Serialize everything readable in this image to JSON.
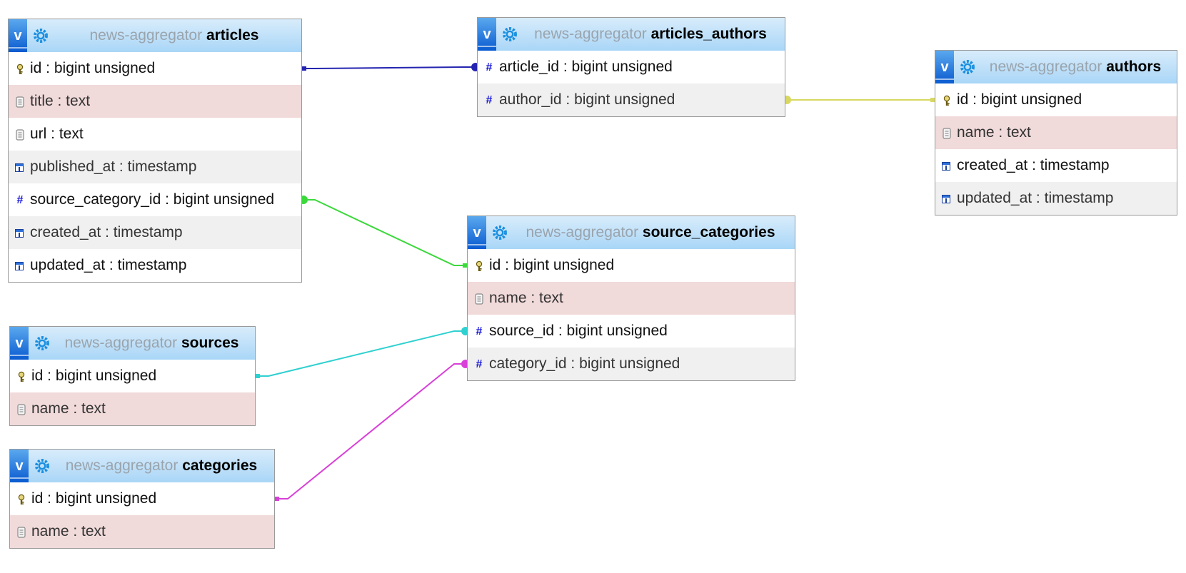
{
  "database": "news-aggregator",
  "toggle_label": "v",
  "colors": {
    "header_top": "#d8ecfb",
    "header_bottom": "#a9d6f7",
    "toggle": "#0a5bd0",
    "row_alt": "#f0f0f0",
    "row_highlight": "#f1dada",
    "db_name": "#9aa4ad"
  },
  "tables": [
    {
      "name": "articles",
      "columns": [
        {
          "label": "id : bigint unsigned",
          "icon": "key-icon"
        },
        {
          "label": "title : text",
          "icon": "text-field-icon",
          "style": "highlight"
        },
        {
          "label": "url : text",
          "icon": "text-field-icon"
        },
        {
          "label": "published_at : timestamp",
          "icon": "calendar-icon",
          "style": "alt"
        },
        {
          "label": "source_category_id : bigint unsigned",
          "icon": "hash-icon"
        },
        {
          "label": "created_at : timestamp",
          "icon": "calendar-icon",
          "style": "alt"
        },
        {
          "label": "updated_at : timestamp",
          "icon": "calendar-icon"
        }
      ]
    },
    {
      "name": "articles_authors",
      "columns": [
        {
          "label": "article_id : bigint unsigned",
          "icon": "hash-icon"
        },
        {
          "label": "author_id : bigint unsigned",
          "icon": "hash-icon",
          "style": "alt"
        }
      ]
    },
    {
      "name": "authors",
      "columns": [
        {
          "label": "id : bigint unsigned",
          "icon": "key-icon"
        },
        {
          "label": "name : text",
          "icon": "text-field-icon",
          "style": "highlight"
        },
        {
          "label": "created_at : timestamp",
          "icon": "calendar-icon"
        },
        {
          "label": "updated_at : timestamp",
          "icon": "calendar-icon",
          "style": "alt"
        }
      ]
    },
    {
      "name": "source_categories",
      "columns": [
        {
          "label": "id : bigint unsigned",
          "icon": "key-icon"
        },
        {
          "label": "name : text",
          "icon": "text-field-icon",
          "style": "highlight"
        },
        {
          "label": "source_id : bigint unsigned",
          "icon": "hash-icon"
        },
        {
          "label": "category_id : bigint unsigned",
          "icon": "hash-icon",
          "style": "alt"
        }
      ]
    },
    {
      "name": "sources",
      "columns": [
        {
          "label": "id : bigint unsigned",
          "icon": "key-icon"
        },
        {
          "label": "name : text",
          "icon": "text-field-icon",
          "style": "highlight"
        }
      ]
    },
    {
      "name": "categories",
      "columns": [
        {
          "label": "id : bigint unsigned",
          "icon": "key-icon"
        },
        {
          "label": "name : text",
          "icon": "text-field-icon",
          "style": "highlight"
        }
      ]
    }
  ],
  "relations": [
    {
      "from": "articles.id",
      "to": "articles_authors.article_id",
      "color": "#2424b0"
    },
    {
      "from": "authors.id",
      "to": "articles_authors.author_id",
      "color": "#d8d860"
    },
    {
      "from": "source_categories.id",
      "to": "articles.source_category_id",
      "color": "#3cd83c"
    },
    {
      "from": "sources.id",
      "to": "source_categories.source_id",
      "color": "#30d0d0"
    },
    {
      "from": "categories.id",
      "to": "source_categories.category_id",
      "color": "#d840d8"
    }
  ]
}
